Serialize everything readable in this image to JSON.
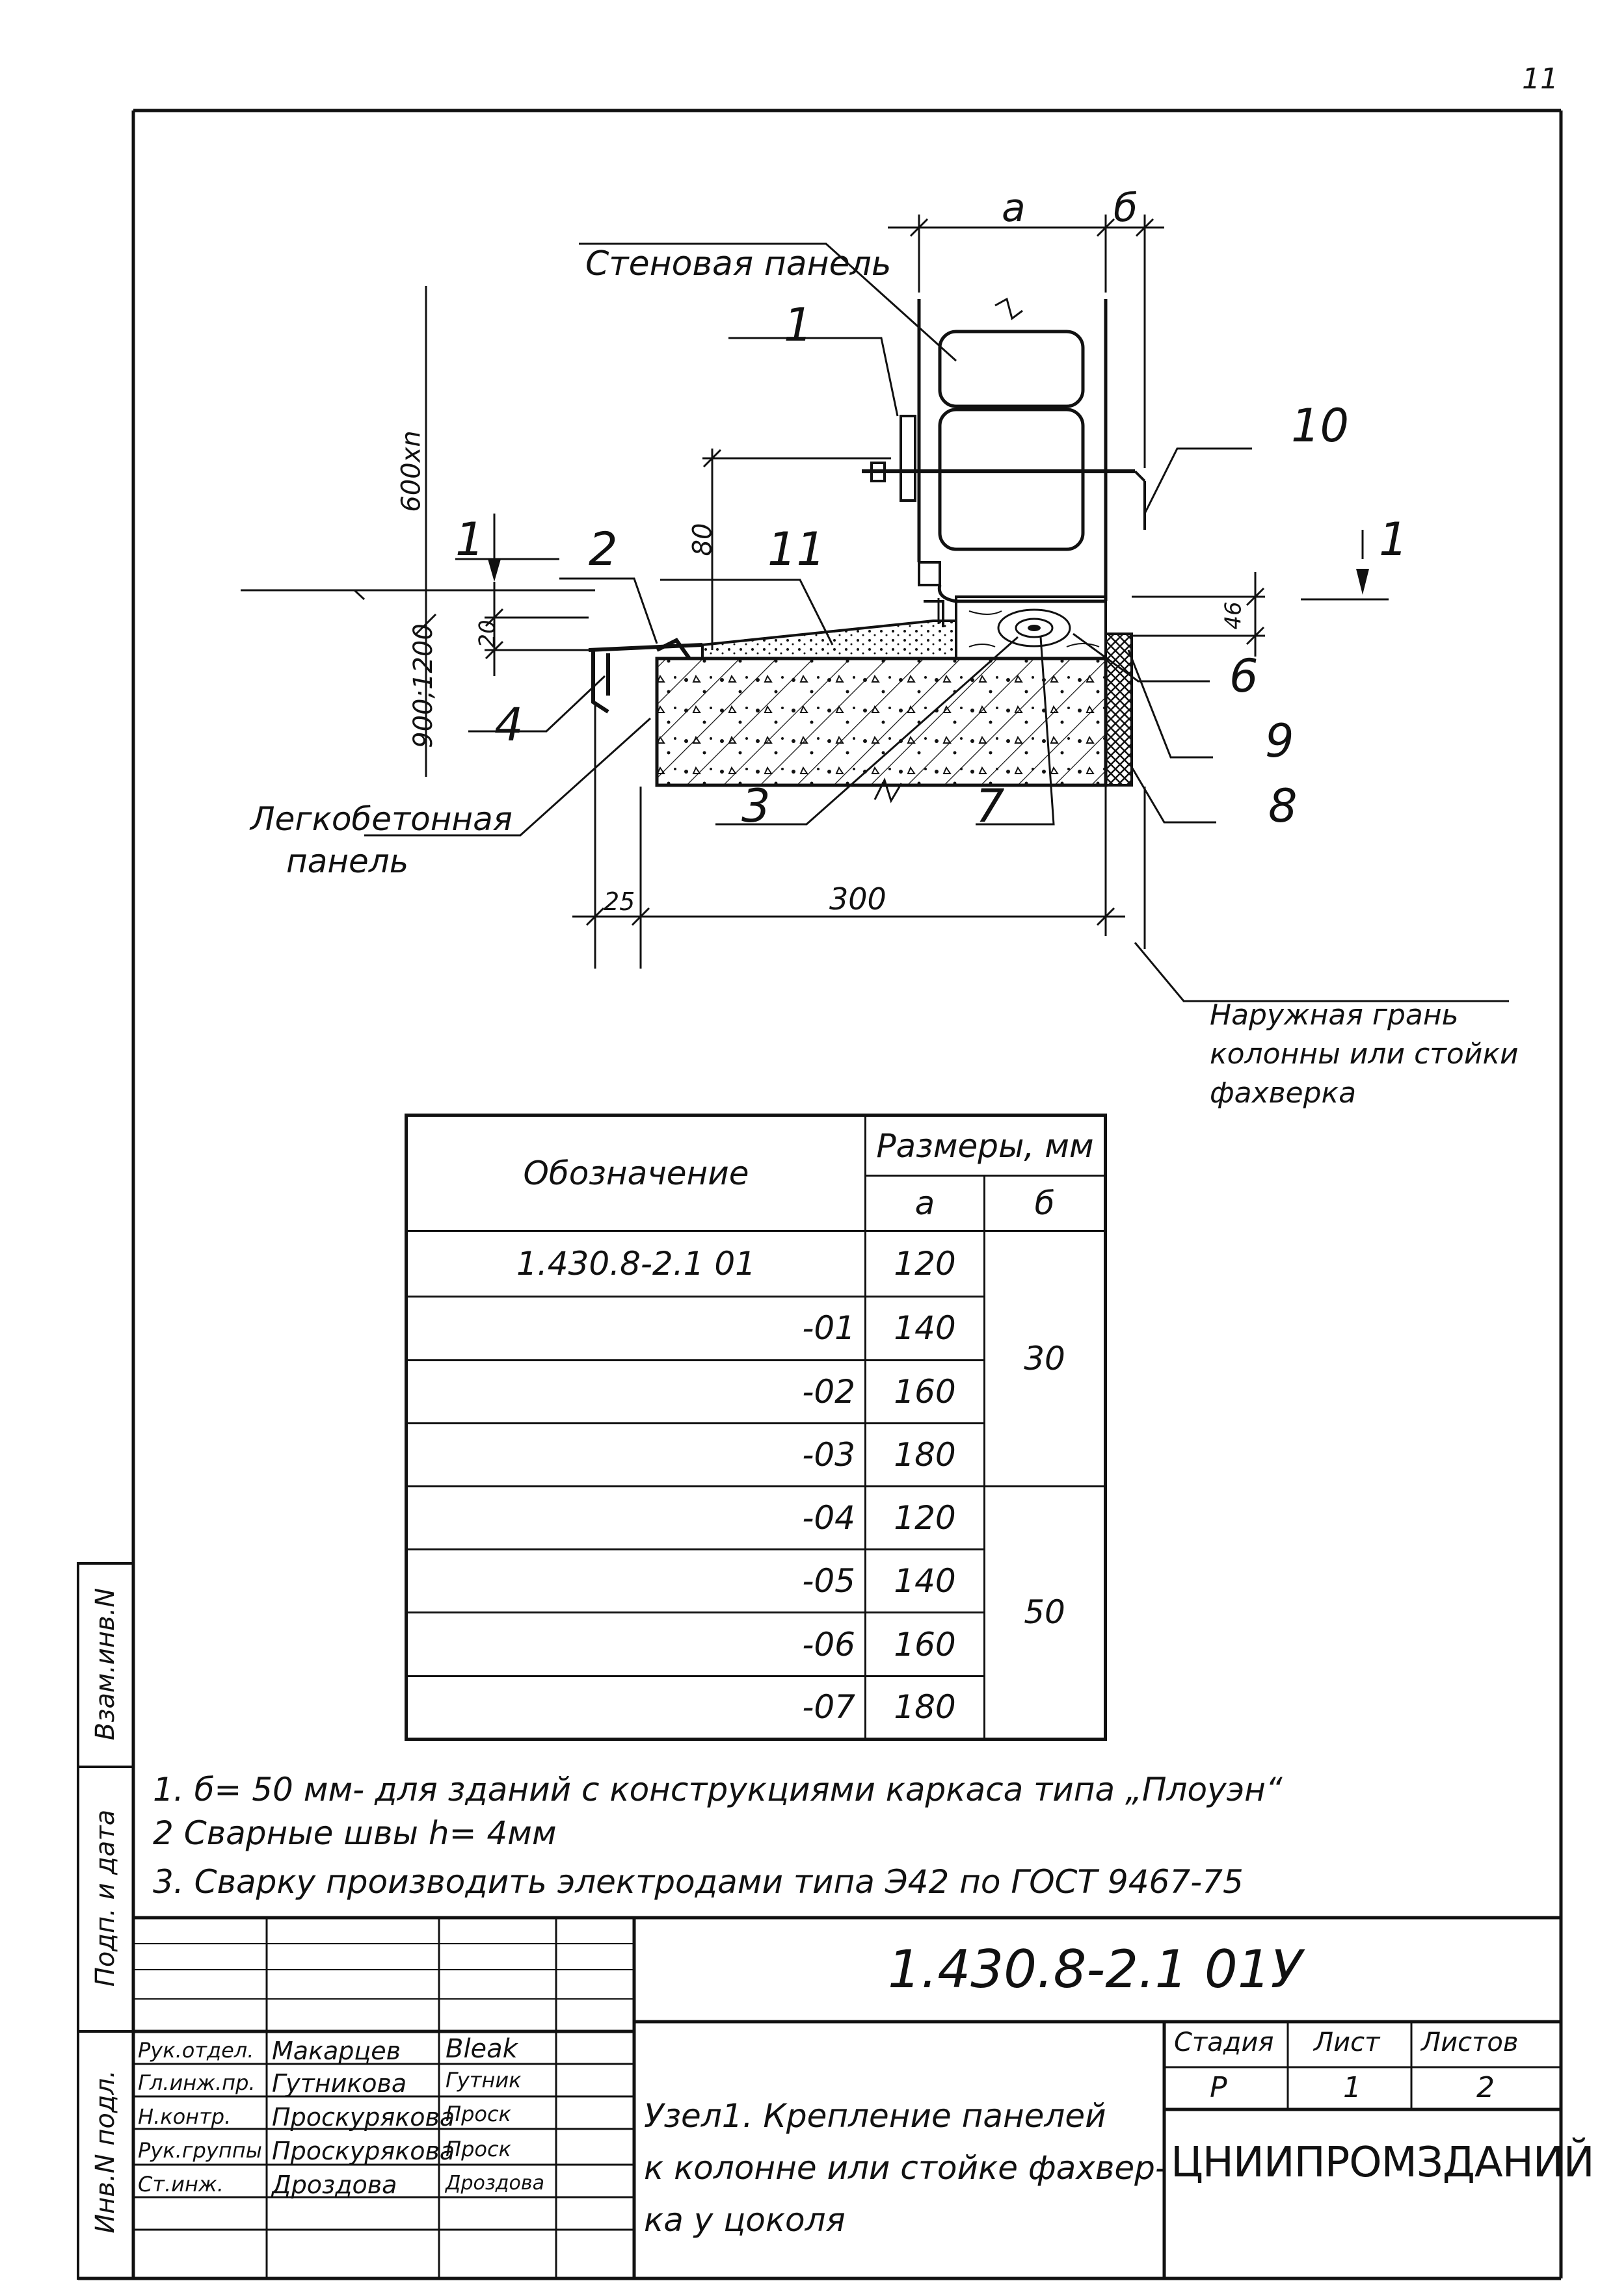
{
  "page_number": "11",
  "drawing": {
    "dimensions": {
      "a": "a",
      "b": "б",
      "d80": "80",
      "d20": "20",
      "d46": "46",
      "d25": "25",
      "d300": "300",
      "h600": "600xn",
      "h900": "900;1200"
    },
    "callouts": [
      "1",
      "2",
      "3",
      "4",
      "6",
      "7",
      "8",
      "9",
      "10",
      "11"
    ],
    "section_marks": {
      "left": "1",
      "right": "1"
    },
    "labels": {
      "wall_panel": "Стеновая панель",
      "light_concrete_line1": "Легкобетонная",
      "light_concrete_line2": "панель",
      "outer_face_line1": "Наружная грань",
      "outer_face_line2": "колонны или стойки",
      "outer_face_line3": "фахверка"
    }
  },
  "spec_table": {
    "header_designation": "Обозначение",
    "header_sizes": "Размеры, мм",
    "col_a": "a",
    "col_b": "б",
    "rows": [
      {
        "designation": "1.430.8-2.1  01",
        "a": "120"
      },
      {
        "designation": "-01",
        "a": "140"
      },
      {
        "designation": "-02",
        "a": "160"
      },
      {
        "designation": "-03",
        "a": "180"
      },
      {
        "designation": "-04",
        "a": "120"
      },
      {
        "designation": "-05",
        "a": "140"
      },
      {
        "designation": "-06",
        "a": "160"
      },
      {
        "designation": "-07",
        "a": "180"
      }
    ],
    "b_group1": "30",
    "b_group2": "50"
  },
  "notes": [
    "1. б= 50 мм- для зданий с конструкциями каркаса типа „Плоуэн“",
    "2 Сварные  швы  h= 4мм",
    "3. Сварку  производить  электродами  типа Э42 по ГОСТ 9467-75"
  ],
  "side_stamp": {
    "f1": "Взам.инв.N",
    "f2": "Подп. и дата",
    "f3": "Инв.N подл."
  },
  "title_block": {
    "doc_code": "1.430.8-2.1  01У",
    "title_line1": "Узел1. Крепление панелей",
    "title_line2": "к колонне или стойке фахвер-",
    "title_line3": "ка у цоколя",
    "stage_header": "Стадия",
    "sheet_header": "Лист",
    "sheets_header": "Листов",
    "stage_value": "Р",
    "sheet_value": "1",
    "sheets_value": "2",
    "org": "ЦНИИПРОМЗДАНИЙ",
    "signatures": [
      {
        "role": "Рук.отдел.",
        "name": "Макарцев",
        "sign": "Bleak"
      },
      {
        "role": "Гл.инж.пр.",
        "name": "Гутникова",
        "sign": "Гутник"
      },
      {
        "role": "Н.контр.",
        "name": "Проскурякова",
        "sign": "Проск"
      },
      {
        "role": "Рук.группы",
        "name": "Проскурякова",
        "sign": "Проск"
      },
      {
        "role": "Ст.инж.",
        "name": "Дроздова",
        "sign": "Дроздова"
      }
    ]
  }
}
